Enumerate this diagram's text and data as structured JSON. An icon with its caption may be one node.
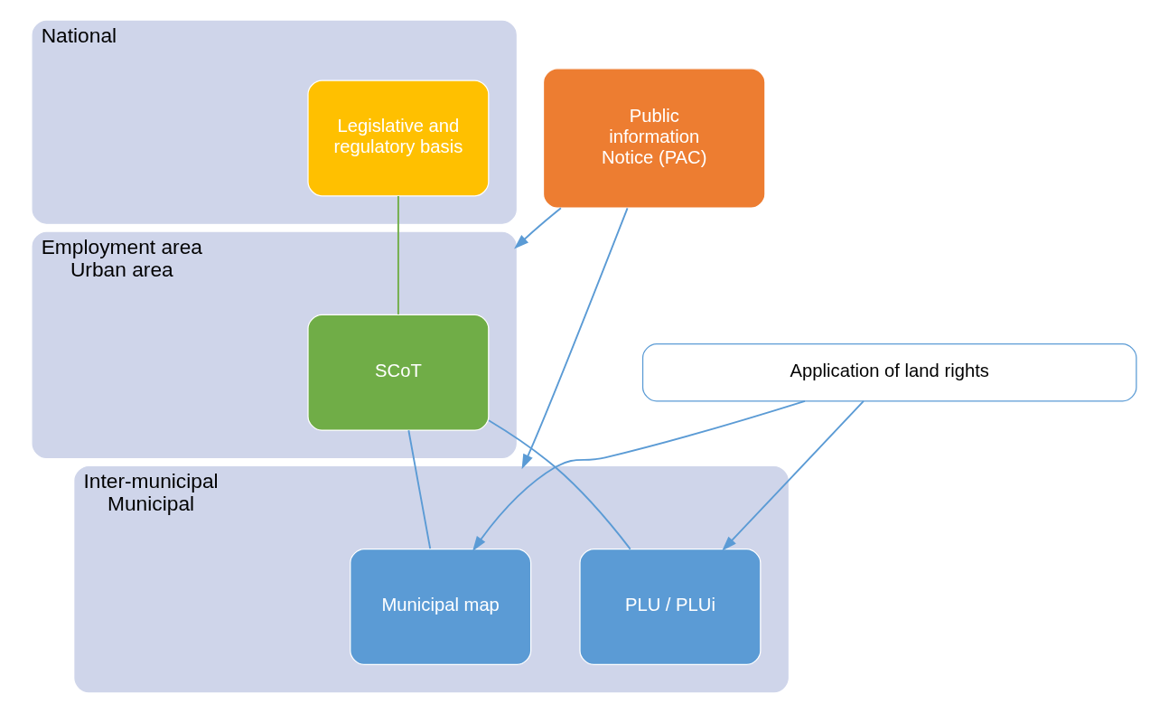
{
  "diagram": {
    "nodes": [
      {
        "text": [
          "National"
        ]
      },
      {
        "text": [
          "Legislative and regulatory basis"
        ],
        "in": 0
      },
      {
        "text": [
          "Employment area",
          "Urban area"
        ]
      },
      {
        "text": [
          "SCoT"
        ],
        "in": 2
      },
      {
        "text": [
          "Inter-municipal",
          "Municipal"
        ]
      },
      {
        "text": [
          "Municipal map"
        ],
        "in": 4
      },
      {
        "text": [
          "PLU / PLUi"
        ],
        "in": 4
      },
      {
        "text": [
          "Public information Notice (PAC)"
        ]
      },
      {
        "text": [
          "Application of land rights"
        ]
      }
    ],
    "edges": [
      {
        "from": 1,
        "to": 3,
        "arrow": "none",
        "color": "#70ad47"
      },
      {
        "from": 3,
        "to": 5,
        "arrow": "none"
      },
      {
        "from": 3,
        "to": 6,
        "arrow": "none"
      },
      {
        "from": 7,
        "to": 2,
        "arrow": "to"
      },
      {
        "from": 7,
        "to": 4,
        "arrow": "to"
      },
      {
        "from": 8,
        "to": 5,
        "arrow": "to"
      },
      {
        "from": 8,
        "to": 6,
        "arrow": "to"
      }
    ]
  }
}
